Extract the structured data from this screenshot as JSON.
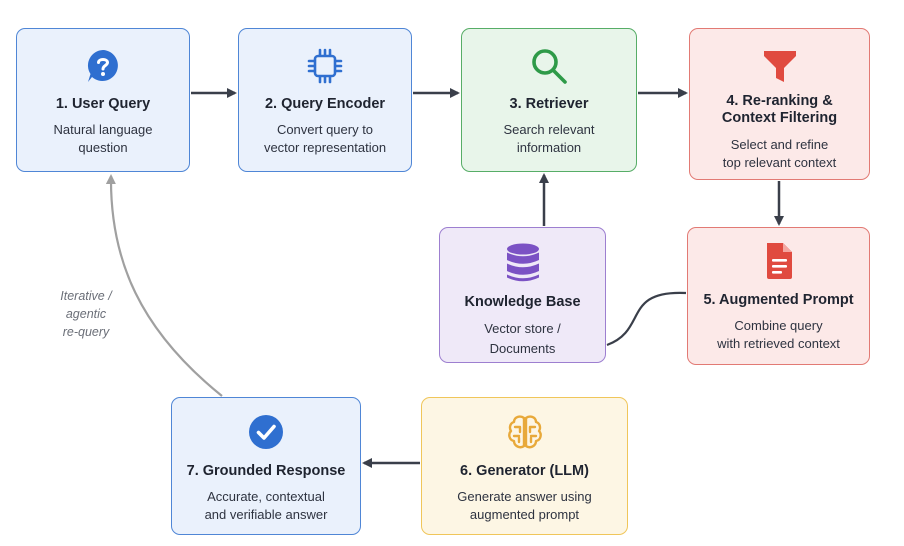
{
  "nodes": {
    "user_query": {
      "title": "1. User Query",
      "desc": "Natural language\nquestion",
      "icon": "question-bubble-icon",
      "color": "#2f6fd0"
    },
    "query_encoder": {
      "title": "2. Query Encoder",
      "desc": "Convert query to\nvector representation",
      "icon": "chip-icon",
      "color": "#2f6fd0"
    },
    "retriever": {
      "title": "3. Retriever",
      "desc": "Search relevant\ninformation",
      "icon": "search-icon",
      "color": "#2e9a48"
    },
    "reranking": {
      "title": "4. Re-ranking &\nContext Filtering",
      "desc": "Select and refine\ntop relevant context",
      "icon": "funnel-icon",
      "color": "#e04a3f"
    },
    "augmented_prompt": {
      "title": "5. Augmented Prompt",
      "desc": "Combine query\nwith retrieved context",
      "icon": "document-icon",
      "color": "#e04a3f"
    },
    "knowledge_base": {
      "title": "Knowledge Base",
      "desc": "Vector store /\nDocuments",
      "icon": "database-icon",
      "color": "#7b52c4"
    },
    "generator": {
      "title": "6. Generator (LLM)",
      "desc": "Generate answer using\naugmented prompt",
      "icon": "brain-icon",
      "color": "#e8a93a"
    },
    "grounded_response": {
      "title": "7. Grounded Response",
      "desc": "Accurate, contextual\nand verifiable answer",
      "icon": "check-circle-icon",
      "color": "#2f6fd0"
    }
  },
  "loop_label": "Iterative /\nagentic\nre-query",
  "colors": {
    "arrow": "#3a3f4a",
    "loop_arrow": "#a0a0a0"
  }
}
